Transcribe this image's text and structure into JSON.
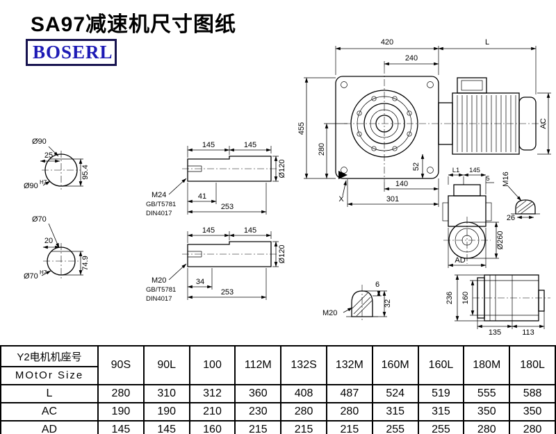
{
  "page": {
    "title": "SA97减速机尺寸图纸",
    "logo_text": "BOSERL"
  },
  "main_view": {
    "dim_420": "420",
    "dim_L": "L",
    "dim_240": "240",
    "dim_455": "455",
    "dim_280": "280",
    "dim_AC": "AC",
    "dim_52": "52",
    "dim_140": "140",
    "dim_301": "301",
    "label_X": "X"
  },
  "shaft_section_top": {
    "dia_label": "Ø90",
    "dim_25": "25",
    "dim_95_4": "95.4",
    "fit_base": "Ø90",
    "fit_sup": "H7"
  },
  "shaft_section_bottom": {
    "dia_label": "Ø70",
    "dim_20": "20",
    "dim_74_9": "74.9",
    "fit_base": "Ø70",
    "fit_sup": "H7"
  },
  "shaft_detail_top": {
    "dim_145a": "145",
    "dim_145b": "145",
    "dia_120": "Ø120",
    "thread": "M24",
    "std1": "GB/T5781",
    "std2": "DIN4017",
    "dim_41": "41",
    "dim_253": "253"
  },
  "shaft_detail_bottom": {
    "dim_145a": "145",
    "dim_145b": "145",
    "dia_120": "Ø120",
    "thread": "M20",
    "std1": "GB/T5781",
    "std2": "DIN4017",
    "dim_34": "34",
    "dim_253": "253"
  },
  "rear_view": {
    "dim_L1": "L1",
    "dim_145": "145",
    "dim_5": "5",
    "thread_M16": "M16",
    "dia_260": "Ø260",
    "dim_26": "26",
    "dim_AD": "AD"
  },
  "key_detail": {
    "thread_M20": "M20",
    "dim_6": "6",
    "dim_32": "32"
  },
  "side_view": {
    "dim_236": "236",
    "dim_160": "160",
    "dim_135": "135",
    "dim_113": "113"
  },
  "table": {
    "header": {
      "row_label_line1": "Y2电机机座号",
      "row_label_line2": "MOtOr Size",
      "columns": [
        "90S",
        "90L",
        "100",
        "112M",
        "132S",
        "132M",
        "160M",
        "160L",
        "180M",
        "180L"
      ]
    },
    "rows": [
      {
        "label": "L",
        "values": [
          "280",
          "310",
          "312",
          "360",
          "408",
          "487",
          "524",
          "519",
          "555",
          "588"
        ]
      },
      {
        "label": "AC",
        "values": [
          "190",
          "190",
          "210",
          "230",
          "280",
          "280",
          "315",
          "315",
          "350",
          "350"
        ]
      },
      {
        "label": "AD",
        "values": [
          "145",
          "145",
          "160",
          "215",
          "215",
          "215",
          "255",
          "255",
          "280",
          "280"
        ]
      }
    ]
  },
  "colors": {
    "logo_text": "#1d1ab5",
    "logo_border": "#17134f",
    "line": "#000000",
    "background": "#ffffff"
  }
}
